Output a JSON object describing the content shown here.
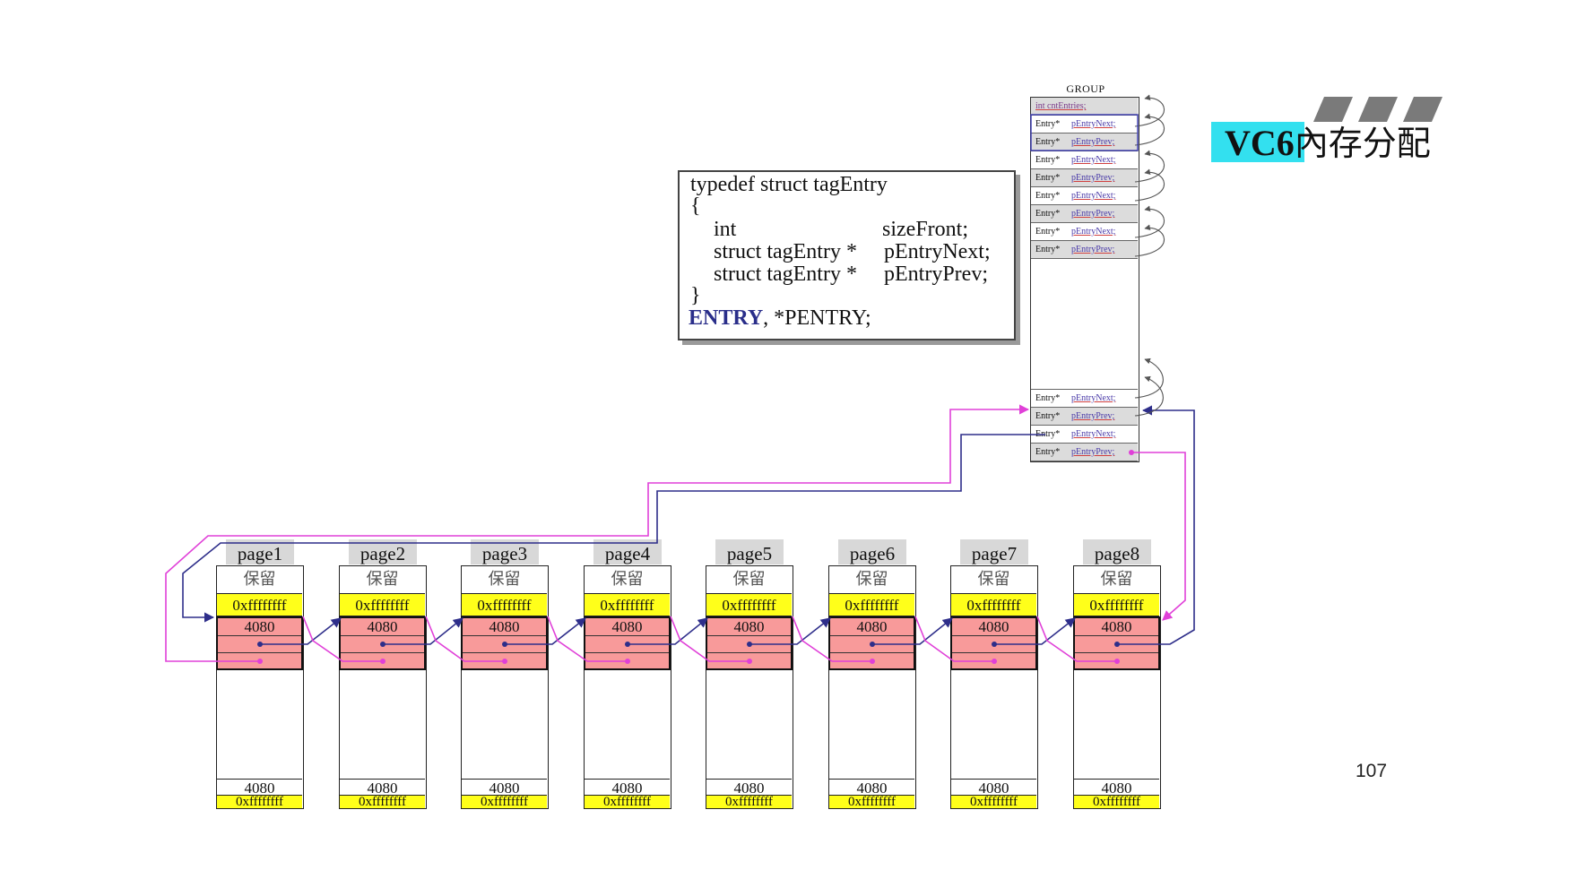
{
  "title": {
    "latin": "VC6",
    "cjk": "內存分配"
  },
  "page_number": "107",
  "code": {
    "lines": [
      "typedef struct tagEntry",
      "{"
    ],
    "fields": [
      {
        "type": "int",
        "name": "sizeFront;"
      },
      {
        "type": "struct tagEntry *",
        "name": "pEntryNext;"
      },
      {
        "type": "struct tagEntry *",
        "name": "pEntryPrev;"
      }
    ],
    "close": "}",
    "entry_keyword": "ENTRY",
    "entry_rest": ", *PENTRY;"
  },
  "group": {
    "caption": "GROUP",
    "header": "int  cntEntries;",
    "rows_top": [
      {
        "type": "Entry*",
        "ptr": "pEntryNext;"
      },
      {
        "type": "Entry*",
        "ptr": "pEntryPrev;"
      },
      {
        "type": "Entry*",
        "ptr": "pEntryNext;"
      },
      {
        "type": "Entry*",
        "ptr": "pEntryPrev;"
      },
      {
        "type": "Entry*",
        "ptr": "pEntryNext;"
      },
      {
        "type": "Entry*",
        "ptr": "pEntryPrev;"
      },
      {
        "type": "Entry*",
        "ptr": "pEntryNext;"
      },
      {
        "type": "Entry*",
        "ptr": "pEntryPrev;"
      }
    ],
    "rows_bottom": [
      {
        "type": "Entry*",
        "ptr": "pEntryNext;"
      },
      {
        "type": "Entry*",
        "ptr": "pEntryPrev;"
      },
      {
        "type": "Entry*",
        "ptr": "pEntryNext;"
      },
      {
        "type": "Entry*",
        "ptr": "pEntryPrev;"
      }
    ]
  },
  "pages": [
    {
      "label": "page1",
      "reserved": "保留",
      "marker": "0xffffffff",
      "size": "4080",
      "bottom_size": "4080",
      "bottom_marker": "0xffffffff"
    },
    {
      "label": "page2",
      "reserved": "保留",
      "marker": "0xffffffff",
      "size": "4080",
      "bottom_size": "4080",
      "bottom_marker": "0xffffffff"
    },
    {
      "label": "page3",
      "reserved": "保留",
      "marker": "0xffffffff",
      "size": "4080",
      "bottom_size": "4080",
      "bottom_marker": "0xffffffff"
    },
    {
      "label": "page4",
      "reserved": "保留",
      "marker": "0xffffffff",
      "size": "4080",
      "bottom_size": "4080",
      "bottom_marker": "0xffffffff"
    },
    {
      "label": "page5",
      "reserved": "保留",
      "marker": "0xffffffff",
      "size": "4080",
      "bottom_size": "4080",
      "bottom_marker": "0xffffffff"
    },
    {
      "label": "page6",
      "reserved": "保留",
      "marker": "0xffffffff",
      "size": "4080",
      "bottom_size": "4080",
      "bottom_marker": "0xffffffff"
    },
    {
      "label": "page7",
      "reserved": "保留",
      "marker": "0xffffffff",
      "size": "4080",
      "bottom_size": "4080",
      "bottom_marker": "0xffffffff"
    },
    {
      "label": "page8",
      "reserved": "保留",
      "marker": "0xffffffff",
      "size": "4080",
      "bottom_size": "4080",
      "bottom_marker": "0xffffffff"
    }
  ],
  "colors": {
    "title_highlight": "#33e0ef",
    "marker_yellow": "#ffff1a",
    "entry_red": "#f89a9a",
    "next_link": "#2e2e8a",
    "prev_link": "#e040d8",
    "entry_keyword": "#2a2e8a"
  }
}
